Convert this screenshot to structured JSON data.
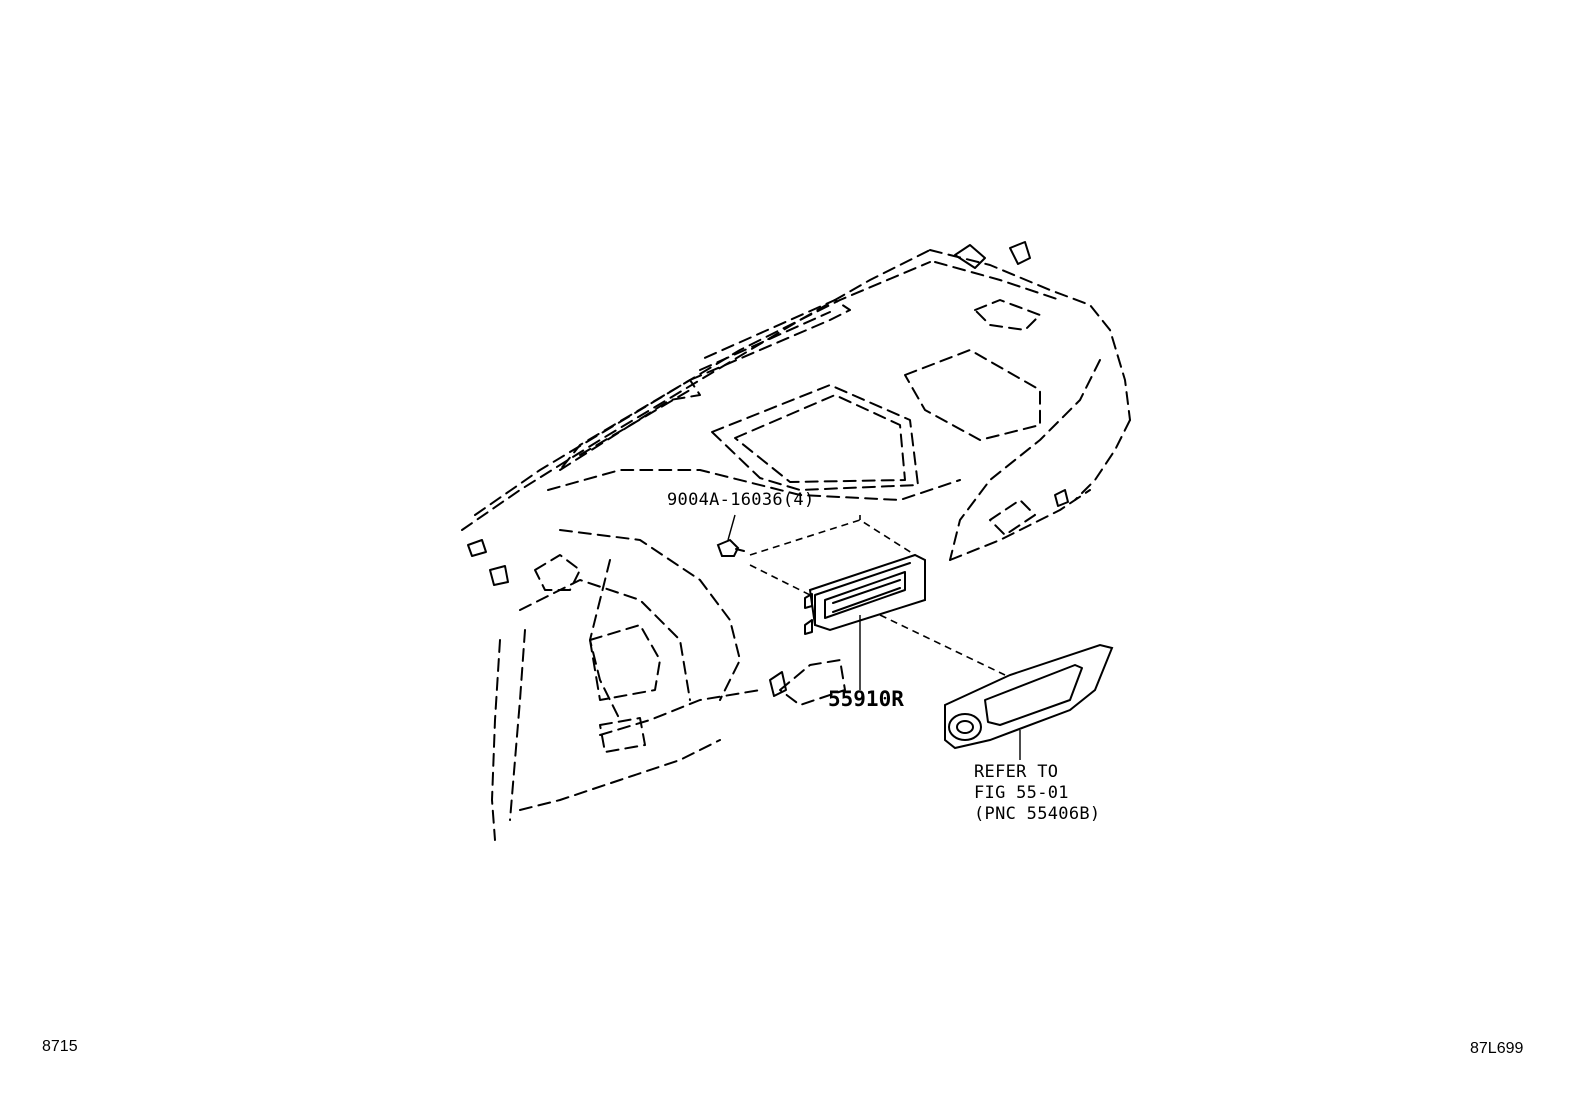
{
  "labels": {
    "clip_part": "9004A-16036(4)",
    "main_part": "55910R",
    "refer_line1": "REFER TO",
    "refer_line2": "FIG 55-01",
    "refer_line3": "(PNC 55406B)"
  },
  "footer": {
    "left_code": "8715",
    "right_code": "87L699"
  }
}
